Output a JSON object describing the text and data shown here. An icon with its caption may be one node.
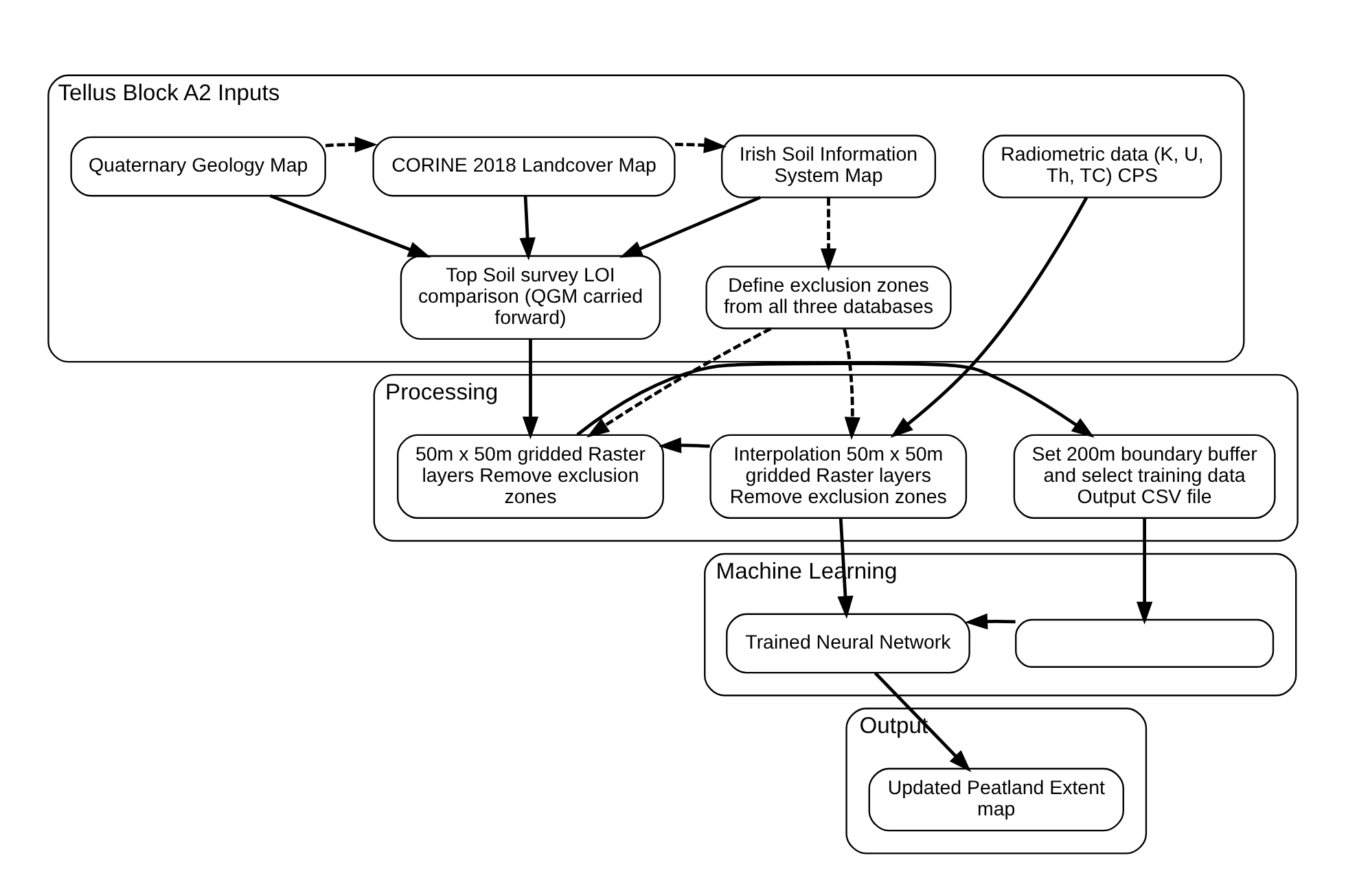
{
  "diagram": {
    "nodes": [
      {
        "text": [
          "Tellus Block A2 Inputs"
        ]
      },
      {
        "text": [
          "Radiometric data (K, U, Th, TC) CPS"
        ],
        "in": 0
      },
      {
        "text": [
          "Quaternary Geology Map"
        ],
        "in": 0
      },
      {
        "text": [
          "CORINE 2018 Landcover Map"
        ],
        "in": 0
      },
      {
        "text": [
          "Irish Soil Information System Map"
        ],
        "in": 0
      },
      {
        "text": [
          "Top Soil survey LOI comparison (QGM carried forward)"
        ],
        "in": 0
      },
      {
        "text": [
          "Define exclusion zones from all three databases"
        ],
        "in": 0
      },
      {
        "text": [
          "Processing"
        ]
      },
      {
        "text": [
          "Interpolation 50m x 50m gridded Raster layers Remove exclusion zones"
        ],
        "in": 7
      },
      {
        "text": [
          "50m x 50m gridded Raster layers Remove exclusion zones"
        ],
        "in": 7
      },
      {
        "text": [
          "Set 200m boundary buffer and select training data Output CSV file"
        ],
        "in": 7
      },
      {
        "text": [
          "Machine Learning"
        ]
      },
      {
        "text": [
          "Trained Neural Network"
        ],
        "in": 11
      },
      {
        "text": [],
        "shape": "box",
        "in": 11
      },
      {
        "text": [
          "Output"
        ]
      },
      {
        "text": [
          "Updated Peatland Extent map"
        ],
        "in": 14
      }
    ],
    "edges": [
      {
        "from": 2,
        "to": 3,
        "arrow": "to",
        "style": "dashed"
      },
      {
        "from": 3,
        "to": 4,
        "arrow": "to",
        "style": "dashed"
      },
      {
        "from": 4,
        "to": 6,
        "arrow": "to",
        "style": "dashed"
      },
      {
        "from": 2,
        "to": 5,
        "arrow": "to"
      },
      {
        "from": 3,
        "to": 5,
        "arrow": "to"
      },
      {
        "from": 4,
        "to": 5,
        "arrow": "to"
      },
      {
        "from": 1,
        "to": 8,
        "arrow": "to"
      },
      {
        "from": 6,
        "to": 8,
        "arrow": "to",
        "style": "dashed"
      },
      {
        "from": 6,
        "to": 9,
        "arrow": "to",
        "style": "dashed"
      },
      {
        "from": 5,
        "to": 9,
        "arrow": "to"
      },
      {
        "from": 8,
        "to": 9,
        "arrow": "to"
      },
      {
        "from": 9,
        "to": 10,
        "arrow": "to"
      },
      {
        "from": 8,
        "to": 12,
        "arrow": "to"
      },
      {
        "from": 10,
        "to": 13,
        "arrow": "to"
      },
      {
        "from": 13,
        "to": 12,
        "arrow": "to"
      },
      {
        "from": 12,
        "to": 15,
        "arrow": "to"
      }
    ]
  }
}
